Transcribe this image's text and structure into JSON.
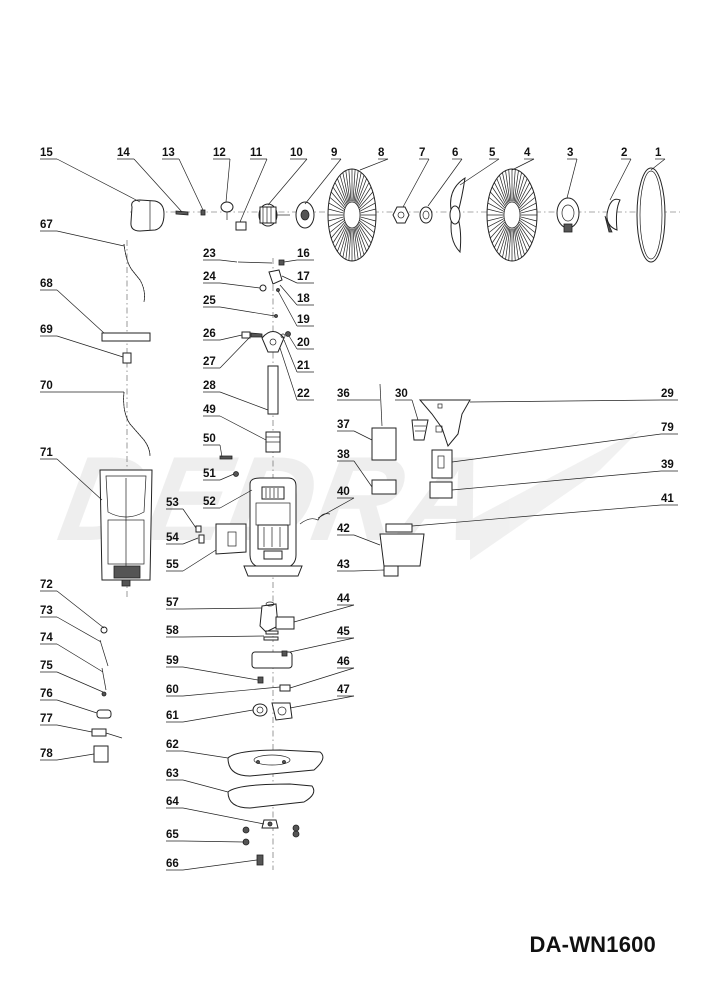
{
  "model_label": "DA-WN1600",
  "callouts": [
    {
      "n": "1"
    },
    {
      "n": "2"
    },
    {
      "n": "3"
    },
    {
      "n": "4"
    },
    {
      "n": "5"
    },
    {
      "n": "6"
    },
    {
      "n": "7"
    },
    {
      "n": "8"
    },
    {
      "n": "9"
    },
    {
      "n": "10"
    },
    {
      "n": "11"
    },
    {
      "n": "12"
    },
    {
      "n": "13"
    },
    {
      "n": "14"
    },
    {
      "n": "15"
    },
    {
      "n": "16"
    },
    {
      "n": "17"
    },
    {
      "n": "18"
    },
    {
      "n": "19"
    },
    {
      "n": "20"
    },
    {
      "n": "21"
    },
    {
      "n": "22"
    },
    {
      "n": "23"
    },
    {
      "n": "24"
    },
    {
      "n": "25"
    },
    {
      "n": "26"
    },
    {
      "n": "27"
    },
    {
      "n": "28"
    },
    {
      "n": "29"
    },
    {
      "n": "30"
    },
    {
      "n": "36"
    },
    {
      "n": "37"
    },
    {
      "n": "38"
    },
    {
      "n": "39"
    },
    {
      "n": "40"
    },
    {
      "n": "41"
    },
    {
      "n": "42"
    },
    {
      "n": "43"
    },
    {
      "n": "44"
    },
    {
      "n": "45"
    },
    {
      "n": "46"
    },
    {
      "n": "47"
    },
    {
      "n": "49"
    },
    {
      "n": "50"
    },
    {
      "n": "51"
    },
    {
      "n": "52"
    },
    {
      "n": "53"
    },
    {
      "n": "54"
    },
    {
      "n": "55"
    },
    {
      "n": "57"
    },
    {
      "n": "58"
    },
    {
      "n": "59"
    },
    {
      "n": "60"
    },
    {
      "n": "61"
    },
    {
      "n": "62"
    },
    {
      "n": "63"
    },
    {
      "n": "64"
    },
    {
      "n": "65"
    },
    {
      "n": "66"
    },
    {
      "n": "67"
    },
    {
      "n": "68"
    },
    {
      "n": "69"
    },
    {
      "n": "70"
    },
    {
      "n": "71"
    },
    {
      "n": "72"
    },
    {
      "n": "73"
    },
    {
      "n": "74"
    },
    {
      "n": "75"
    },
    {
      "n": "76"
    },
    {
      "n": "77"
    },
    {
      "n": "78"
    },
    {
      "n": "79"
    }
  ],
  "watermark": "DEDRA"
}
